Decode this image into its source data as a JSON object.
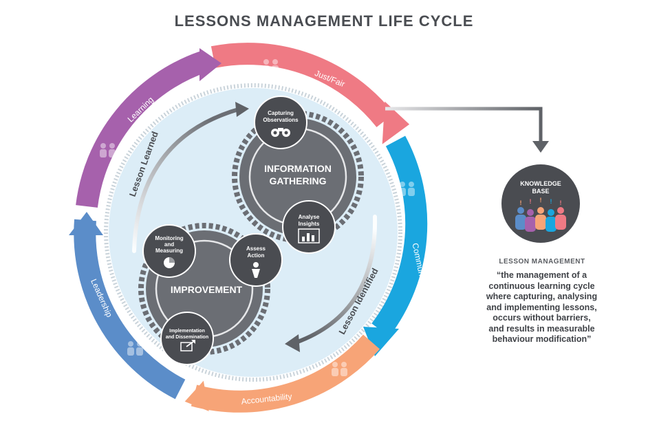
{
  "title": "LESSONS MANAGEMENT LIFE CYCLE",
  "outer_ring": [
    {
      "label": "Just/Fair",
      "color": "#ef7a84"
    },
    {
      "label": "Communication",
      "color": "#1aa6df"
    },
    {
      "label": "Accountability",
      "color": "#f7a477"
    },
    {
      "label": "Leadership",
      "color": "#5b8dc9"
    },
    {
      "label": "Learning",
      "color": "#a661ac"
    }
  ],
  "inner_arrows": {
    "lesson_learned": "Lesson Learned",
    "lesson_identified": "Lesson Identified"
  },
  "gears": {
    "information_gathering": {
      "line1": "INFORMATION",
      "line2": "GATHERING"
    },
    "improvement": {
      "label": "IMPROVEMENT"
    }
  },
  "steps": {
    "capturing": {
      "line1": "Capturing",
      "line2": "Observations",
      "icon": "binoculars-icon"
    },
    "analyse": {
      "line1": "Analyse",
      "line2": "Insights",
      "icon": "bar-chart-icon"
    },
    "assess": {
      "line1": "Assess",
      "line2": "Action",
      "icon": "person-icon"
    },
    "monitoring": {
      "line1": "Monitoring",
      "line2": "and",
      "line3": "Measuring",
      "icon": "pie-chart-icon"
    },
    "implementation": {
      "line1": "Implementation",
      "line2": "and Dissemination",
      "icon": "share-icon"
    }
  },
  "knowledge_base": {
    "line1": "KNOWLEDGE",
    "line2": "BASE",
    "icon": "people-group-icon"
  },
  "side": {
    "heading": "LESSON MANAGEMENT",
    "quote_lines": [
      "“the management of a",
      "continuous learning cycle",
      "where capturing, analysing",
      "and implementing lessons,",
      "occurs without barriers,",
      "and results in measurable",
      "behaviour modification”"
    ]
  },
  "colors": {
    "dark_circle": "#4a4c51",
    "gear": "#6b6e74",
    "inner_bg": "#dcedf7",
    "text_dark": "#4a4d52"
  }
}
